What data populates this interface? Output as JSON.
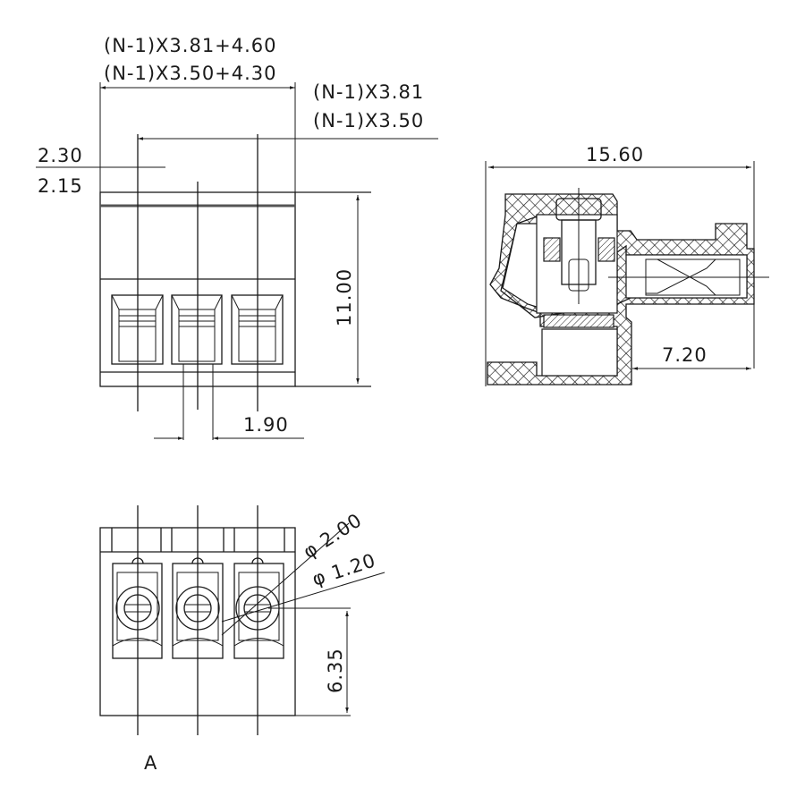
{
  "drawing": {
    "front_view": {
      "pitch_total_a": "(N-1)X3.81+4.60",
      "pitch_total_b": "(N-1)X3.50+4.30",
      "pitch_a": "(N-1)X3.81",
      "pitch_b": "(N-1)X3.50",
      "offset_a": "2.30",
      "offset_b": "2.15",
      "height": "11.00",
      "opening_width": "1.90"
    },
    "side_view": {
      "depth": "15.60",
      "pin_length": "7.20"
    },
    "top_view": {
      "screw_diameter": "φ 2.00",
      "hole_diameter": "φ 1.20",
      "screw_offset": "6.35",
      "view_label": "A"
    },
    "colors": {
      "line": "#1a1a1a",
      "background": "#ffffff"
    }
  }
}
